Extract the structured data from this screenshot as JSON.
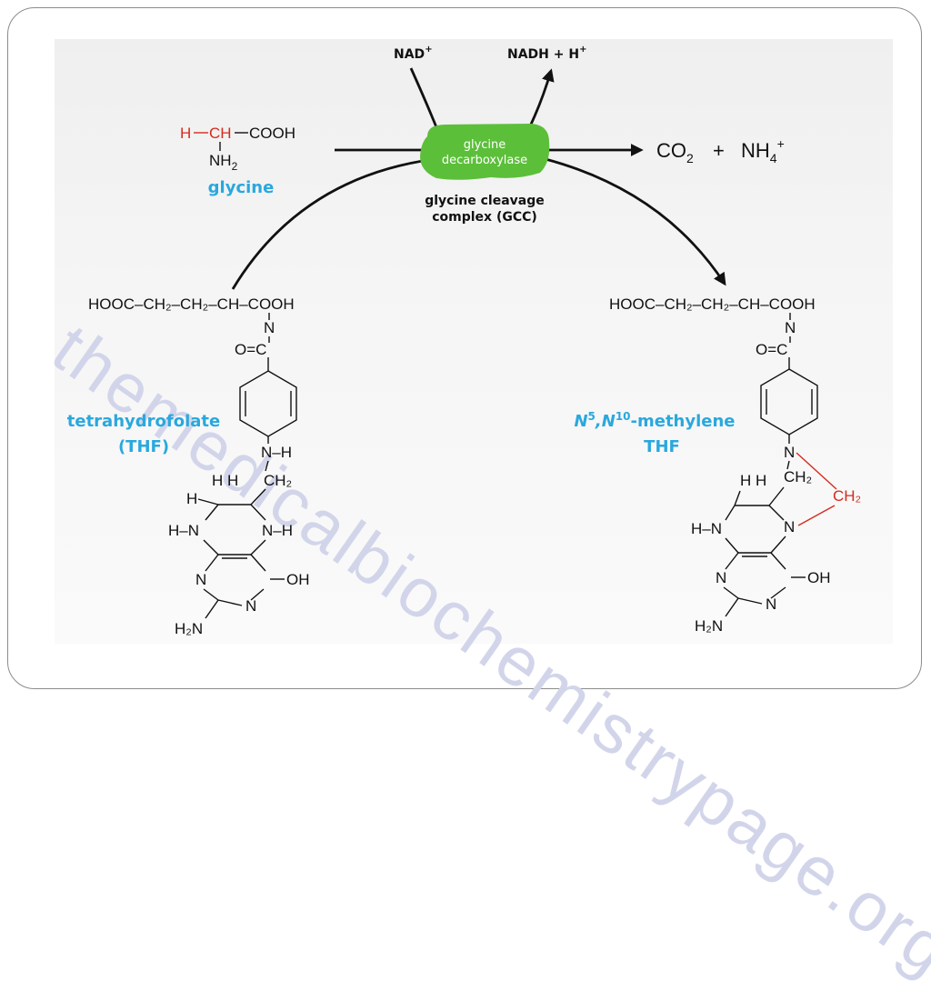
{
  "watermark": "themedicalbiochemistrypage.org",
  "cofactors": {
    "nad": "NAD",
    "nad_sup": "+",
    "nadh": "NADH + H",
    "nadh_sup": "+"
  },
  "enzyme": {
    "name_line1": "glycine",
    "name_line2": "decarboxylase",
    "complex_line1": "glycine cleavage",
    "complex_line2": "complex (GCC)",
    "color": "#5cbf3a"
  },
  "products": {
    "co2": "CO",
    "co2_sub": "2",
    "plus": "+",
    "nh4": "NH",
    "nh4_sub": "4",
    "nh4_sup": "+"
  },
  "glycine": {
    "label": "glycine",
    "h": "H",
    "ch": "CH",
    "cooh": "COOH",
    "nh2": "NH",
    "nh2_sub": "2"
  },
  "thf": {
    "label_line1": "tetrahydrofolate",
    "label_line2": "(THF)",
    "chain": "HOOC–CH₂–CH₂–CH–COOH",
    "n_amide": "N",
    "co": "O=C",
    "nh": "N–H",
    "ch2": "CH₂",
    "hh": "H  H",
    "h": "H",
    "hn_left": "H–N",
    "nh_right": "N–H",
    "n": "N",
    "oh": "OH",
    "h2n": "H₂N"
  },
  "methylene_thf": {
    "label_line1_n5": "N",
    "label_line1_sup5": "5",
    "label_line1_n10": ",N",
    "label_line1_sup10": "10",
    "label_line1_rest": "-methylene",
    "label_line2": "THF",
    "chain": "HOOC–CH₂–CH₂–CH–COOH",
    "n_amide": "N",
    "co": "O=C",
    "n10": "N",
    "ch2": "CH₂",
    "ch2_red": "CH₂",
    "hh": "H  H",
    "hn_left": "H–N",
    "n5": "N",
    "n": "N",
    "oh": "OH",
    "h2n": "H₂N"
  },
  "colors": {
    "label_blue": "#29a8de",
    "highlight_red": "#d52b1e",
    "enzyme_green": "#5cbf3a"
  }
}
